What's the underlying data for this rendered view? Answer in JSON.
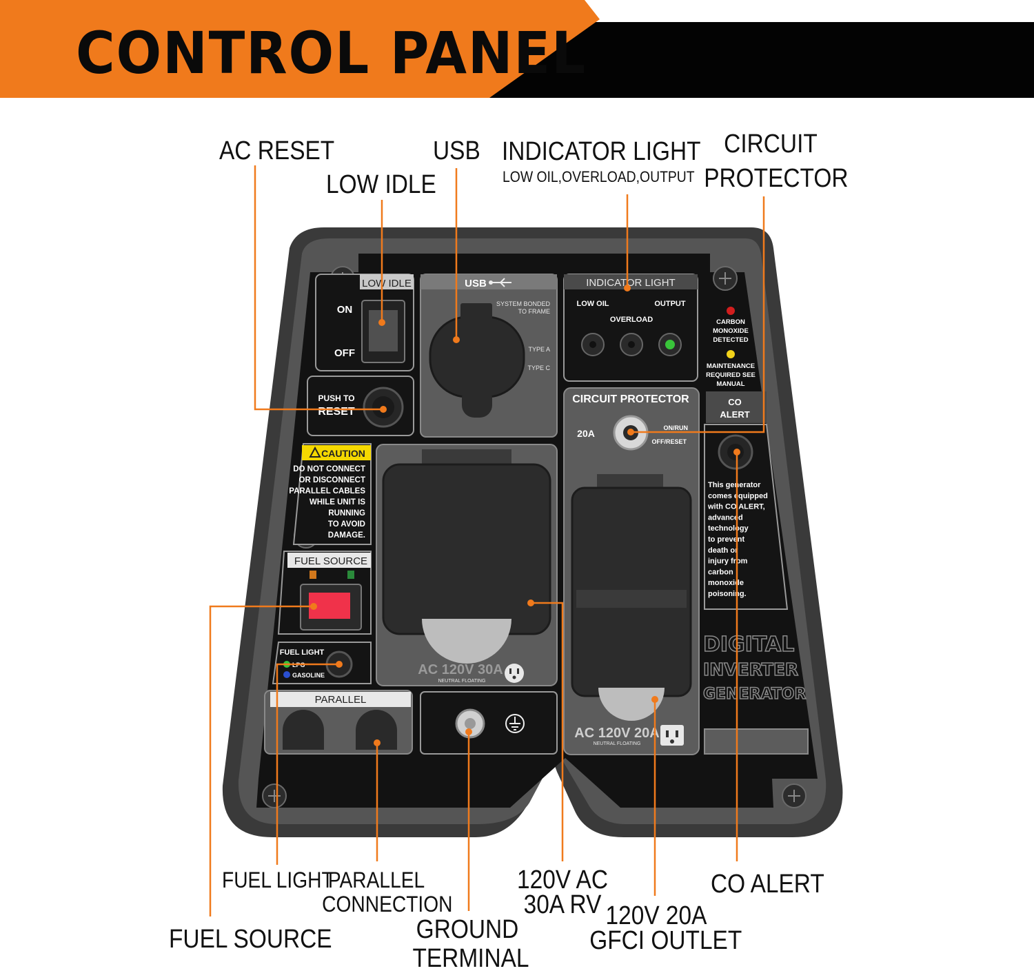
{
  "header": {
    "title": "CONTROL PANEL"
  },
  "colors": {
    "accent": "#f07a1c",
    "panel_dark": "#121212",
    "panel_frame": "#4a4a4a",
    "panel_grey": "#5c5c5c",
    "led_green": "#39c43a",
    "led_red": "#d21e1e",
    "led_yellow": "#f2d21a",
    "fuel_switch_red": "#f0324a"
  },
  "callouts": {
    "ac_reset": "AC RESET",
    "low_idle": "LOW IDLE",
    "usb": "USB",
    "indicator_light": "INDICATOR LIGHT",
    "indicator_sub": "LOW OIL,OVERLOAD,OUTPUT",
    "circuit_protector_1": "CIRCUIT",
    "circuit_protector_2": "PROTECTOR",
    "fuel_light": "FUEL LIGHT",
    "parallel_1": "PARALLEL",
    "parallel_2": "CONNECTION",
    "fuel_source": "FUEL SOURCE",
    "ground_1": "GROUND",
    "ground_2": "TERMINAL",
    "ac30_1": "120V AC",
    "ac30_2": "30A RV",
    "gfci_1": "120V 20A",
    "gfci_2": "GFCI OUTLET",
    "co_alert": "CO ALERT"
  },
  "panel": {
    "low_idle_label": "LOW IDLE",
    "on": "ON",
    "off": "OFF",
    "push_to": "PUSH TO",
    "reset": "RESET",
    "usb_label": "USB",
    "system_bonded_1": "SYSTEM BONDED",
    "system_bonded_2": "TO FRAME",
    "type_a": "TYPE A",
    "type_c": "TYPE C",
    "indicator_label": "INDICATOR LIGHT",
    "low_oil": "LOW OIL",
    "overload": "OVERLOAD",
    "output": "OUTPUT",
    "co_detected_1": "CARBON",
    "co_detected_2": "MONOXIDE",
    "co_detected_3": "DETECTED",
    "maint_1": "MAINTENANCE",
    "maint_2": "REQUIRED SEE",
    "maint_3": "MANUAL",
    "co_alert_1": "CO",
    "co_alert_2": "ALERT",
    "circuit_label": "CIRCUIT PROTECTOR",
    "amps_20": "20A",
    "on_run": "ON/RUN",
    "off_reset": "OFF/RESET",
    "caution": "CAUTION",
    "caution_lines": [
      "DO NOT CONNECT",
      "OR DISCONNECT",
      "PARALLEL CABLES",
      "WHILE UNIT IS",
      "RUNNING",
      "TO AVOID",
      "DAMAGE."
    ],
    "co_text_lines": [
      "This generator",
      "comes equipped",
      "with CO ALERT,",
      "advanced",
      "technology",
      "to prevent",
      "death or",
      "injury from",
      "carbon",
      "monoxide",
      "poisoning."
    ],
    "fuel_source_label": "FUEL SOURCE",
    "fuel_light_label": "FUEL LIGHT",
    "lpg": "LPG",
    "gasoline": "GASOLINE",
    "parallel_label": "PARALLEL",
    "ac30_label": "AC 120V 30A",
    "ac20_label": "AC 120V 20A",
    "neutral": "NEUTRAL FLOATING",
    "brand_1": "DIGITAL",
    "brand_2": "INVERTER",
    "brand_3": "GENERATOR"
  }
}
